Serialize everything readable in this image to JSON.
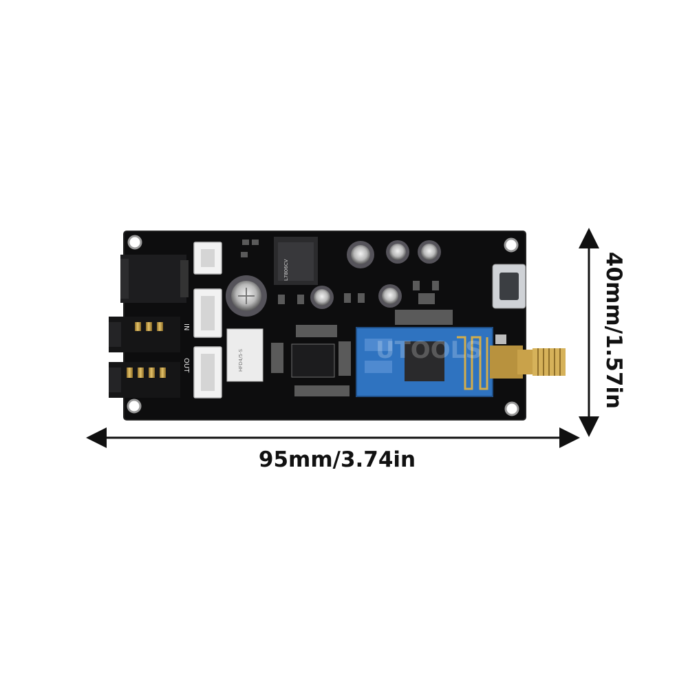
{
  "dimensions": {
    "width_text": "95mm/3.74in",
    "height_text": "40mm/1.57in"
  },
  "board": {
    "silkscreen_in": "IN",
    "silkscreen_out": "OUT",
    "relay_marking": "HFD4/5-S",
    "regulator_marking": "L7806CV",
    "watermark": "UTOOLS"
  },
  "colors": {
    "pcb": "#0d0d0e",
    "module": "#2f73c0",
    "antenna_connector": "#c9a24a",
    "connector_white": "#f2f2f2",
    "background": "#ffffff"
  }
}
